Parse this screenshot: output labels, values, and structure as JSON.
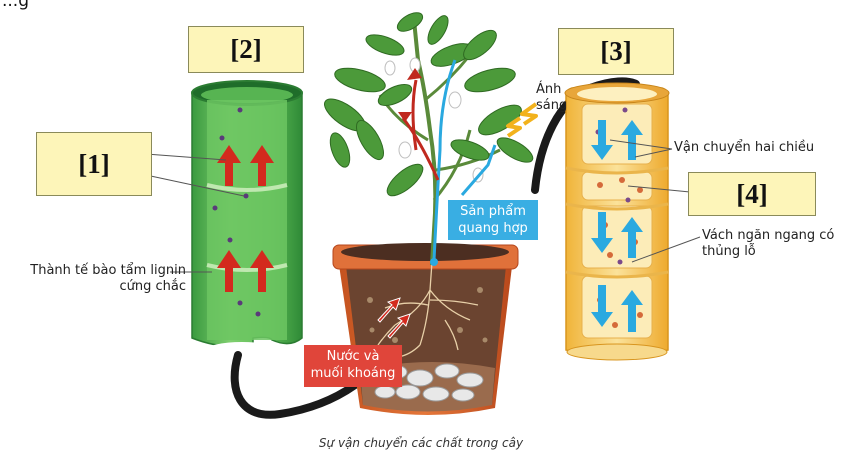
{
  "cut_off_text": "...g",
  "labels": {
    "label_1": "[1]",
    "label_2": "[2]",
    "label_3": "[3]",
    "label_4": "[4]"
  },
  "annotations": {
    "cell_wall_line1": "Thành tế bào tẩm lignin",
    "cell_wall_line2": "cứng chắc",
    "light_line1": "Ánh",
    "light_line2": "sáng",
    "photosynthesis_line1": "Sản phẩm",
    "photosynthesis_line2": "quang hợp",
    "water_line1": "Nước và",
    "water_line2": "muối khoáng",
    "two_way": "Vận chuyển hai chiều",
    "plate_line1": "Vách ngăn ngang có",
    "plate_line2": "thủng lỗ"
  },
  "caption": "Sự vận chuyển các chất trong cây",
  "colors": {
    "label_box": "#fdf5b9",
    "xylem_green": "#3fae49",
    "phloem_orange": "#f3c24a",
    "arrow_red": "#d32a1e",
    "arrow_blue": "#2aa9e0",
    "tag_blue": "#39aee3",
    "tag_red": "#e0453a",
    "pot": "#d9652a",
    "soil": "#6b4430"
  }
}
